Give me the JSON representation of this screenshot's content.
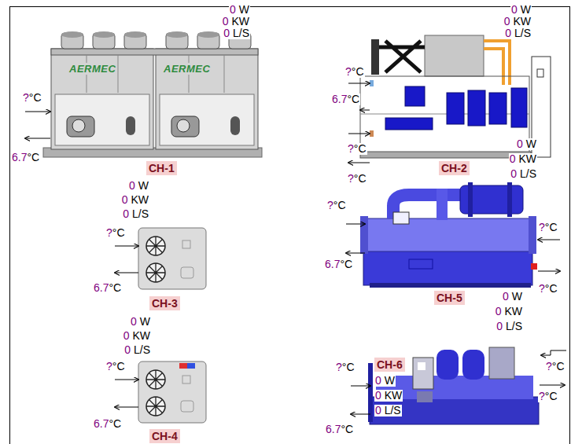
{
  "diagram": {
    "nodes": [
      {
        "text": [
          "CH-1"
        ]
      },
      {
        "text": [
          "CH-2"
        ]
      },
      {
        "text": [
          "CH-5"
        ]
      },
      {
        "text": [
          "CH-3"
        ]
      },
      {
        "text": [
          "CH-6"
        ]
      },
      {
        "text": [
          "CH-4"
        ]
      }
    ],
    "labels": [
      "0 W",
      "0 KW",
      "0 L/S",
      "AERMEC",
      "AERMEC",
      "?°C",
      "6.7°C",
      "0 W",
      "0 KW",
      "0 L/S",
      "?°C",
      "6.7°C",
      "?°C",
      "?°C",
      "0 W",
      "0 KW",
      "0 L/S",
      "0 W",
      "0 KW",
      "0 L/S",
      "?°C",
      "6.7°C",
      "?°C",
      "6.7°C",
      "?°C",
      "?°C",
      "0 W",
      "0 KW",
      "0 L/S",
      "0 W",
      "0 KW",
      "0 L/S",
      "?°C",
      "6.7°C",
      "?°C",
      "0 W",
      "0 KW",
      "0 L/S",
      "6.7°C",
      "?°C",
      "?°C"
    ]
  }
}
